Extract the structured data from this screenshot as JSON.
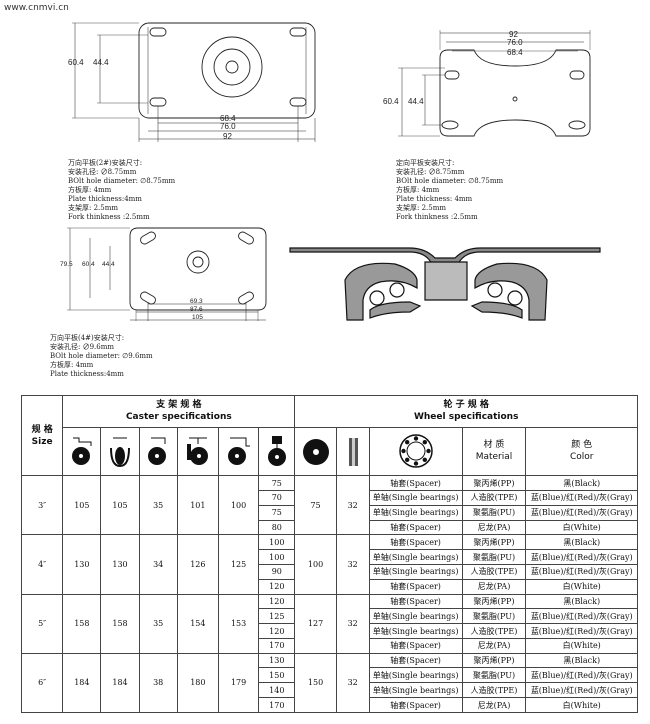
{
  "watermark": "www.cnmvi.cn",
  "diagram1": {
    "dims": [
      "60.4",
      "44.4",
      "68.4",
      "76.0",
      "92"
    ],
    "notes": [
      "万向平板(2#)安装尺寸:",
      "安装孔径: ∅8.75mm",
      "BOlt hole diameter: ∅8.75mm",
      "方板厚: 4mm",
      "Plate thickness:4mm",
      "支架厚: 2.5mm",
      "Fork thinkness :2.5mm"
    ]
  },
  "diagram2": {
    "dims": [
      "92",
      "76.0",
      "68.4",
      "60.4",
      "44.4"
    ],
    "notes": [
      "定向平板安装尺寸:",
      "安装孔径: ∅8.75mm",
      "BOlt hole diameter: ∅8.75mm",
      "方板厚: 4mm",
      "Plate thickness: 4mm",
      "支架厚: 2.5mm",
      "Fork thinkness :2.5mm"
    ]
  },
  "diagram3": {
    "dims": [
      "79.5",
      "60.4",
      "44.4",
      "69.3",
      "87.6",
      "105"
    ],
    "notes": [
      "万向平板(4#)安装尺寸:",
      "安装孔径: ∅9.6mm",
      "BOlt hole diameter: ∅9.6mm",
      "方板厚: 4mm",
      "Plate thickness:4mm"
    ]
  },
  "table": {
    "size_label_cn": "规 格",
    "size_label_en": "Size",
    "caster_cn": "支 架 规 格",
    "caster_en": "Caster specifications",
    "wheel_cn": "轮 子 规 格",
    "wheel_en": "Wheel specifications",
    "material_cn": "材 质",
    "material_en": "Material",
    "color_cn": "颜 色",
    "color_en": "Color",
    "groups": [
      {
        "size": "3″",
        "a": "105",
        "b": "105",
        "c": "35",
        "d": "101",
        "e": "100",
        "dia": "75",
        "w": "32",
        "rows": [
          {
            "h": "75",
            "type": "轴套(Spacer)",
            "mat": "聚丙烯(PP)",
            "color": "黑(Black)"
          },
          {
            "h": "70",
            "type": "单轴(Single bearings)",
            "mat": "人造胶(TPE)",
            "color": "蓝(Blue)/红(Red)/灰(Gray)"
          },
          {
            "h": "75",
            "type": "单轴(Single bearings)",
            "mat": "聚氨脂(PU)",
            "color": "蓝(Blue)/红(Red)/灰(Gray)"
          },
          {
            "h": "80",
            "type": "轴套(Spacer)",
            "mat": "尼龙(PA)",
            "color": "白(White)"
          }
        ]
      },
      {
        "size": "4″",
        "a": "130",
        "b": "130",
        "c": "34",
        "d": "126",
        "e": "125",
        "dia": "100",
        "w": "32",
        "rows": [
          {
            "h": "100",
            "type": "轴套(Spacer)",
            "mat": "聚丙烯(PP)",
            "color": "黑(Black)"
          },
          {
            "h": "100",
            "type": "单轴(Single bearings)",
            "mat": "聚氨脂(PU)",
            "color": "蓝(Blue)/红(Red)/灰(Gray)"
          },
          {
            "h": "90",
            "type": "单轴(Single bearings)",
            "mat": "人造胶(TPE)",
            "color": "蓝(Blue)/红(Red)/灰(Gray)"
          },
          {
            "h": "120",
            "type": "轴套(Spacer)",
            "mat": "尼龙(PA)",
            "color": "白(White)"
          }
        ]
      },
      {
        "size": "5″",
        "a": "158",
        "b": "158",
        "c": "35",
        "d": "154",
        "e": "153",
        "dia": "127",
        "w": "32",
        "rows": [
          {
            "h": "120",
            "type": "轴套(Spacer)",
            "mat": "聚丙烯(PP)",
            "color": "黑(Black)"
          },
          {
            "h": "125",
            "type": "单轴(Single bearings)",
            "mat": "聚氨脂(PU)",
            "color": "蓝(Blue)/红(Red)/灰(Gray)"
          },
          {
            "h": "120",
            "type": "单轴(Single bearings)",
            "mat": "人造胶(TPE)",
            "color": "蓝(Blue)/红(Red)/灰(Gray)"
          },
          {
            "h": "170",
            "type": "轴套(Spacer)",
            "mat": "尼龙(PA)",
            "color": "白(White)"
          }
        ]
      },
      {
        "size": "6″",
        "a": "184",
        "b": "184",
        "c": "38",
        "d": "180",
        "e": "179",
        "dia": "150",
        "w": "32",
        "rows": [
          {
            "h": "130",
            "type": "轴套(Spacer)",
            "mat": "聚丙烯(PP)",
            "color": "黑(Black)"
          },
          {
            "h": "150",
            "type": "单轴(Single bearings)",
            "mat": "聚氨脂(PU)",
            "color": "蓝(Blue)/红(Red)/灰(Gray)"
          },
          {
            "h": "140",
            "type": "单轴(Single bearings)",
            "mat": "人造胶(TPE)",
            "color": "蓝(Blue)/红(Red)/灰(Gray)"
          },
          {
            "h": "170",
            "type": "轴套(Spacer)",
            "mat": "尼龙(PA)",
            "color": "白(White)"
          }
        ]
      }
    ]
  }
}
